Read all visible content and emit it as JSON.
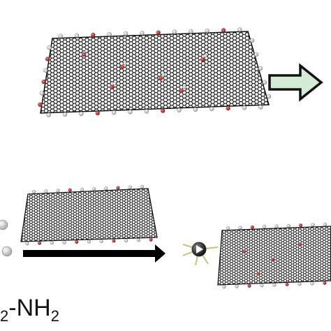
{
  "formula": {
    "prefix_sub": "2",
    "main": "-NH",
    "main_sub": "2"
  },
  "colors": {
    "carbon_bond": "#111111",
    "oxygen": "#c0202a",
    "hydrogen": "#d8d8d8",
    "arrow_fill_top": "#d4ecd6",
    "arrow_outline": "#111111",
    "arrow_fill_bottom": "#000000",
    "background": "#ffffff"
  }
}
